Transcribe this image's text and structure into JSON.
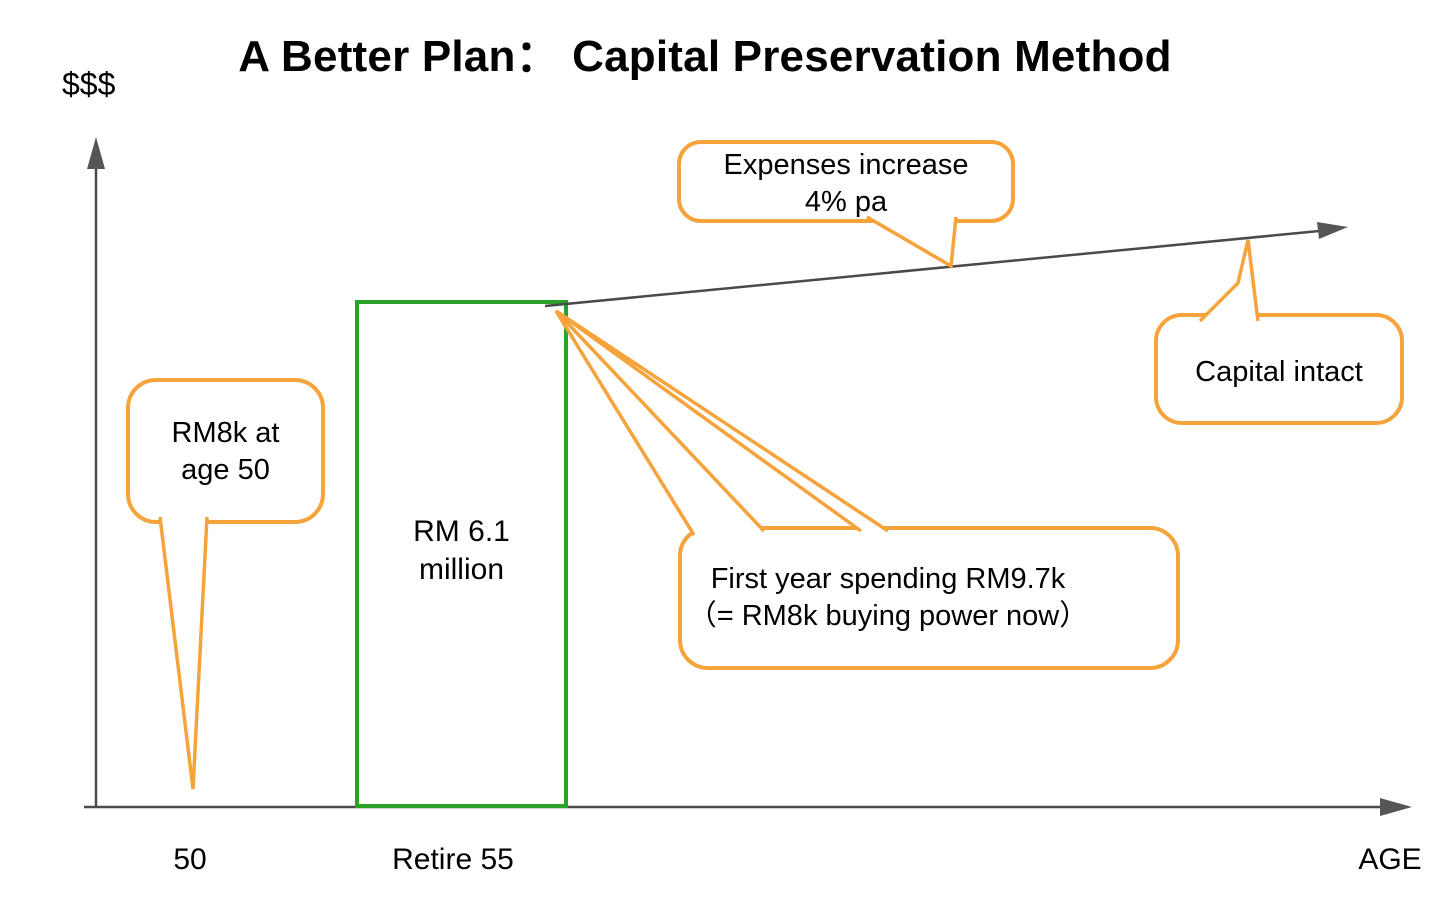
{
  "title": "A Better Plan： Capital Preservation Method",
  "colors": {
    "accent_orange": "#F6A33C",
    "bar_green": "#2AA22A",
    "line_gray": "#4A4A4A",
    "arrow_gray": "#565656",
    "text": "#000000",
    "bubble_fill": "#FFFFFF"
  },
  "axes": {
    "y_label": "$$$",
    "x_label": "AGE",
    "x_ticks": [
      {
        "label": "50"
      },
      {
        "label": "Retire 55"
      }
    ]
  },
  "bar": {
    "label_line1": "RM 6.1",
    "label_line2": "million"
  },
  "callouts": {
    "rm8k": {
      "line1": "RM8k at",
      "line2": "age 50"
    },
    "expenses": {
      "line1": "Expenses increase",
      "line2": "4% pa"
    },
    "capital": {
      "line1": "Capital intact"
    },
    "first_year": {
      "line1": "First year spending RM9.7k",
      "line2": "（= RM8k buying power now）"
    }
  },
  "chart_data": {
    "type": "bar",
    "title": "A Better Plan： Capital Preservation Method",
    "xlabel": "AGE",
    "ylabel": "$$$",
    "x_ticks": [
      "50",
      "Retire 55"
    ],
    "bars": [
      {
        "x": "Retire 55",
        "label": "RM 6.1 million",
        "value_text": "RM 6.1 million",
        "color": "#2AA22A"
      }
    ],
    "lines": [
      {
        "name": "Expenses increase 4% pa",
        "description": "Expense line starting at top of capital bar at Retire 55, rising gently with age, ending in an arrow",
        "trend": "rising",
        "growth_rate_text": "4% pa"
      }
    ],
    "annotations": [
      "RM8k at age 50",
      "Expenses increase 4% pa",
      "First year spending RM9.7k （= RM8k buying power now）",
      "Capital intact"
    ],
    "grid": false,
    "legend": false
  }
}
